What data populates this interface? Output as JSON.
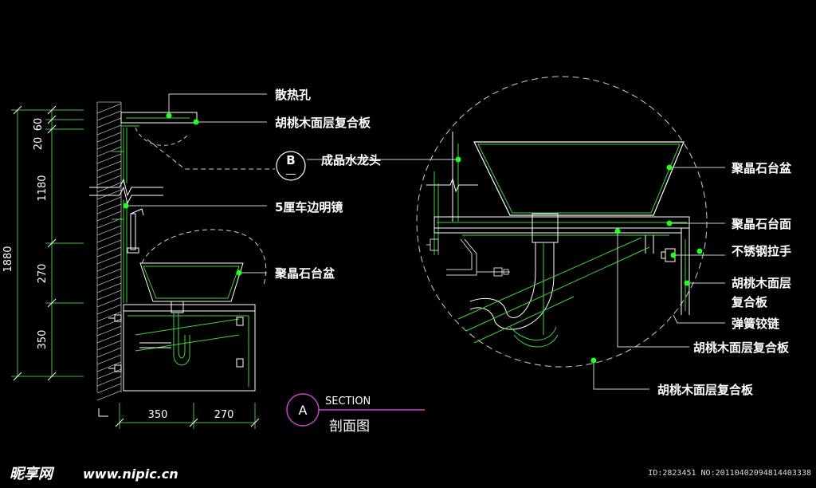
{
  "colors": {
    "background": "#000000",
    "outline": "#ffffff",
    "detail": "#3dd63d",
    "leader": "#cfcfcf",
    "dimension": "#3fbf3f",
    "dot": "#22ff22",
    "marker": "#d040d0"
  },
  "labels": {
    "vent_holes": "散热孔",
    "walnut_board_top": "胡桃木面层复合板",
    "faucet": "成品水龙头",
    "mirror": "5厘车边明镜",
    "basin_left": "聚晶石台盆",
    "basin_right": "聚晶石台盆",
    "counter_top": "聚晶石台面",
    "steel_handle": "不锈钢拉手",
    "walnut_board_side_1": "胡桃木面层",
    "walnut_board_side_2": "复合板",
    "spring_hinge": "弹簧铰链",
    "walnut_board_mid": "胡桃木面层复合板",
    "walnut_board_bottom": "胡桃木面层复合板"
  },
  "dimensions": {
    "total": "1880",
    "d20": "20",
    "d60": "60",
    "d1180": "1180",
    "d270v": "270",
    "d350v": "350",
    "d350h": "350",
    "d270h": "270"
  },
  "markers": {
    "detail_letter": "B",
    "detail_sub": "—",
    "section_letter": "A",
    "section_title": "SECTION",
    "section_subtitle": "剖面图"
  },
  "watermark": {
    "logo": "昵享网",
    "url": "www.nipic.cn",
    "id_text": "ID:2823451 NO:20110402094814403338"
  }
}
